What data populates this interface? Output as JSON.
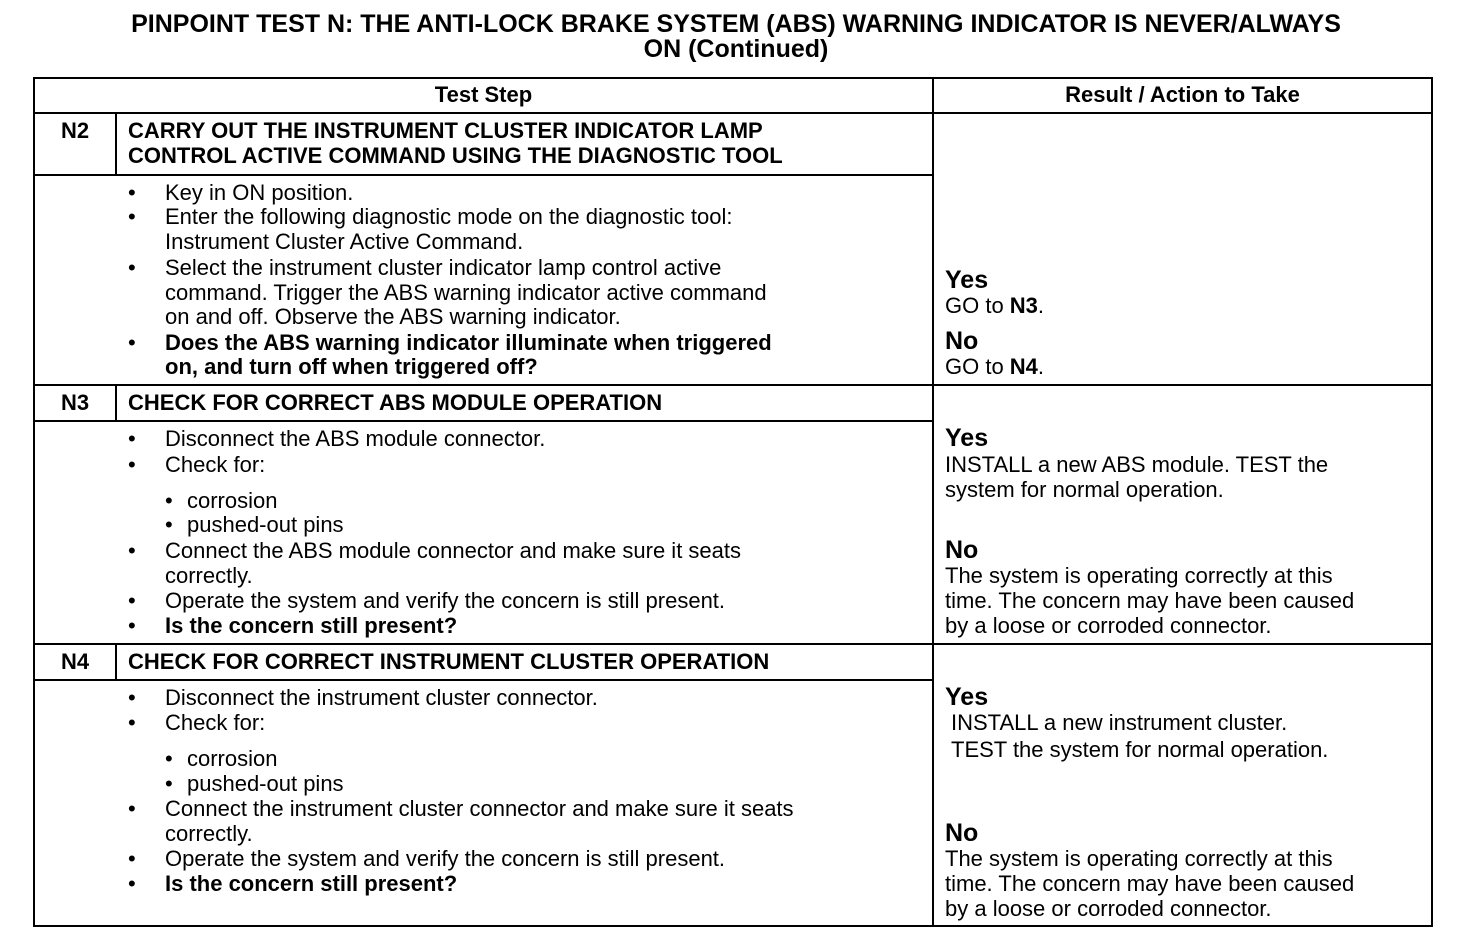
{
  "title": {
    "line1": "PINPOINT TEST N: THE ANTI-LOCK BRAKE SYSTEM (ABS) WARNING INDICATOR IS NEVER/ALWAYS",
    "line2": "ON (Continued)"
  },
  "table": {
    "headers": {
      "step": "Test Step",
      "result": "Result / Action to Take"
    },
    "rows": [
      {
        "id": "N2",
        "heading": [
          "CARRY OUT THE INSTRUMENT CLUSTER INDICATOR LAMP",
          "CONTROL ACTIVE COMMAND USING THE DIAGNOSTIC TOOL"
        ],
        "lines": [
          "Key in ON position.",
          "Enter the following diagnostic mode on the diagnostic tool:",
          "Instrument Cluster Active Command.",
          "Select the instrument cluster indicator lamp control active",
          "command. Trigger the ABS warning indicator active command",
          "on and off. Observe the ABS warning indicator.",
          "Does the ABS warning indicator illuminate when triggered",
          "on, and turn off when triggered off?"
        ],
        "results": {
          "yes_label": "Yes",
          "yes_text": [
            "GO to ",
            "N3",
            "."
          ],
          "no_label": "No",
          "no_text": [
            "GO to ",
            "N4",
            "."
          ]
        }
      },
      {
        "id": "N3",
        "heading": [
          "CHECK FOR CORRECT ABS MODULE OPERATION"
        ],
        "lines": [
          "Disconnect the ABS module connector.",
          "Check for:",
          "corrosion",
          "pushed-out pins",
          "Connect the ABS module connector and make sure it seats",
          "correctly.",
          "Operate the system and verify the concern is still present.",
          "Is the concern still present?"
        ],
        "results": {
          "yes_label": "Yes",
          "yes_text": [
            "INSTALL a new ABS module. TEST the",
            "system for normal operation."
          ],
          "no_label": "No",
          "no_text": [
            "The system is operating correctly at this",
            "time. The concern may have been caused",
            "by a loose or corroded connector."
          ]
        }
      },
      {
        "id": "N4",
        "heading": [
          "CHECK FOR CORRECT INSTRUMENT CLUSTER OPERATION"
        ],
        "lines": [
          "Disconnect the instrument cluster connector.",
          "Check for:",
          "corrosion",
          "pushed-out pins",
          "Connect the instrument cluster connector and make sure it seats",
          "correctly.",
          "Operate the system and verify the concern is still present.",
          "Is the concern still present?"
        ],
        "results": {
          "yes_label": "Yes",
          "yes_text": [
            "INSTALL a new instrument cluster.",
            "TEST the system for normal operation."
          ],
          "no_label": "No",
          "no_text": [
            "The system is operating correctly at this",
            "time. The concern may have been caused",
            "by a loose or corroded connector."
          ]
        }
      }
    ]
  }
}
